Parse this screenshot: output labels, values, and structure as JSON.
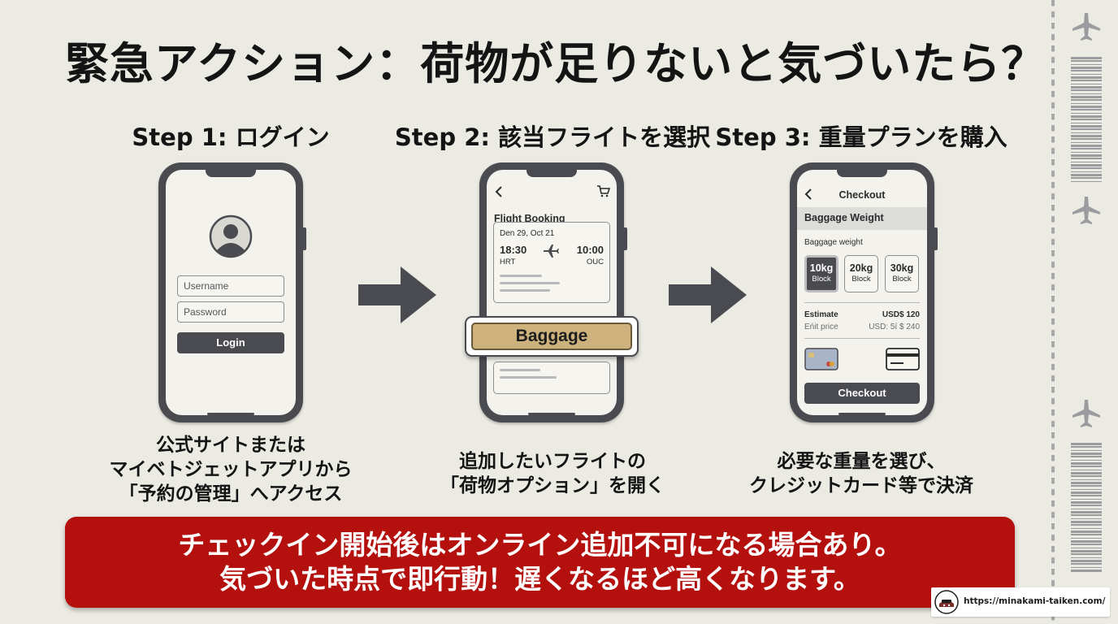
{
  "title": "緊急アクション：荷物が足りないと気づいたら？",
  "steps": [
    {
      "title": "Step 1: ログイン",
      "caption": [
        "公式サイトまたは",
        "マイベトジェットアプリから",
        "「予約の管理」へアクセス"
      ]
    },
    {
      "title": "Step 2: 該当フライトを選択",
      "caption": [
        "追加したいフライトの",
        "「荷物オプション」を開く"
      ]
    },
    {
      "title": "Step 3: 重量プランを購入",
      "caption": [
        "必要な重量を選び、",
        "クレジットカード等で決済"
      ]
    }
  ],
  "phone1": {
    "username_placeholder": "Username",
    "password_placeholder": "Password",
    "login_label": "Login"
  },
  "phone2": {
    "screen_title": "Flight Booking",
    "date": "Den 29, Oct 21",
    "depart_time": "18:30",
    "arrive_time": "10:00",
    "depart_code": "HRT",
    "arrive_code": "OUC",
    "baggage_label": "Baggage"
  },
  "phone3": {
    "header_title": "Checkout",
    "section_title": "Baggage Weight",
    "weight_label": "Baggage weight",
    "options": [
      {
        "kg": "10kg",
        "block": "Block",
        "selected": true
      },
      {
        "kg": "20kg",
        "block": "Block",
        "selected": false
      },
      {
        "kg": "30kg",
        "block": "Block",
        "selected": false
      }
    ],
    "estimate_label": "Estimate",
    "estimate_value": "USD$ 120",
    "unit_price_label": "Eńit price",
    "unit_price_value": "USD: 5í $ 240",
    "checkout_label": "Checkout"
  },
  "warning": {
    "line1": "チェックイン開始後はオンライン追加不可になる場合あり。",
    "line2": "気づいた時点で即行動！遅くなるほど高くなります。"
  },
  "watermark": {
    "url": "https://minakami-taiken.com/"
  },
  "icons": {
    "avatar": "user-avatar-icon",
    "back": "chevron-left-icon",
    "cart": "cart-icon",
    "plane": "airplane-icon",
    "card": "credit-card-icon"
  },
  "colors": {
    "background": "#ecebe3",
    "phone": "#4a4b50",
    "warning": "#b4100e",
    "baggage": "#cdb27d"
  }
}
